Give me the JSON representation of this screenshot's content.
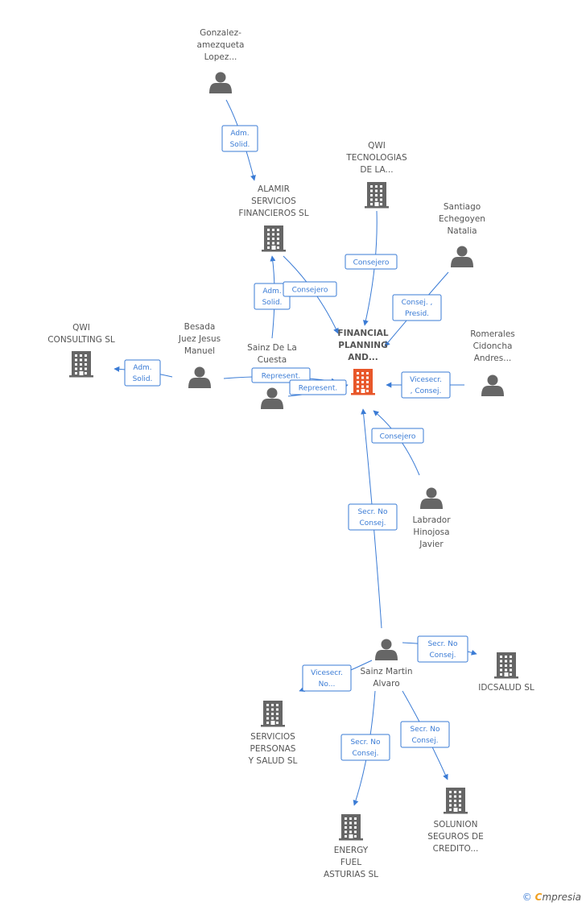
{
  "colors": {
    "edge": "#3a7bd5",
    "icon": "#666666",
    "focus": "#e8572a",
    "label": "#555555"
  },
  "nodes": [
    {
      "id": "gonzalez",
      "kind": "person",
      "lines": [
        "Gonzalez-",
        "amezqueta",
        "Lopez..."
      ]
    },
    {
      "id": "alamir",
      "kind": "company",
      "lines": [
        "ALAMIR",
        "SERVICIOS",
        "FINANCIEROS SL"
      ]
    },
    {
      "id": "qwi_tec",
      "kind": "company",
      "lines": [
        "QWI",
        "TECNOLOGIAS",
        "DE LA..."
      ]
    },
    {
      "id": "santiago",
      "kind": "person",
      "lines": [
        "Santiago",
        "Echegoyen",
        "Natalia"
      ]
    },
    {
      "id": "qwi_cons",
      "kind": "company",
      "lines": [
        "QWI",
        "CONSULTING SL"
      ]
    },
    {
      "id": "besada",
      "kind": "person",
      "lines": [
        "Besada",
        "Juez Jesus",
        "Manuel"
      ]
    },
    {
      "id": "sainz_cuesta",
      "kind": "person",
      "lines": [
        "Sainz De La",
        "Cuesta"
      ]
    },
    {
      "id": "fpa",
      "kind": "focus",
      "lines": [
        "FINANCIAL",
        "PLANNING",
        "AND..."
      ]
    },
    {
      "id": "romerales",
      "kind": "person",
      "lines": [
        "Romerales",
        "Cidoncha",
        "Andres..."
      ]
    },
    {
      "id": "labrador",
      "kind": "person",
      "lines": [
        "Labrador",
        "Hinojosa",
        "Javier"
      ]
    },
    {
      "id": "sainz_martin",
      "kind": "person",
      "lines": [
        "Sainz Martin",
        "Alvaro"
      ]
    },
    {
      "id": "idcsalud",
      "kind": "company",
      "lines": [
        "IDCSALUD  SL"
      ]
    },
    {
      "id": "servicios",
      "kind": "company",
      "lines": [
        "SERVICIOS",
        "PERSONAS",
        "Y SALUD  SL"
      ]
    },
    {
      "id": "energy",
      "kind": "company",
      "lines": [
        "ENERGY",
        "FUEL",
        "ASTURIAS  SL"
      ]
    },
    {
      "id": "solunion",
      "kind": "company",
      "lines": [
        "SOLUNION",
        "SEGUROS DE",
        "CREDITO..."
      ]
    }
  ],
  "relations": [
    {
      "from": "gonzalez",
      "to": "alamir",
      "lines": [
        "Adm.",
        "Solid."
      ]
    },
    {
      "from": "qwi_tec",
      "to": "fpa",
      "lines": [
        "Consejero"
      ]
    },
    {
      "from": "sainz_cuesta",
      "to": "alamir",
      "lines": [
        "Adm.",
        "Solid."
      ]
    },
    {
      "from": "alamir",
      "to": "fpa",
      "lines": [
        "Consejero"
      ]
    },
    {
      "from": "santiago",
      "to": "fpa",
      "lines": [
        "Consej. ,",
        "Presid."
      ]
    },
    {
      "from": "besada",
      "to": "qwi_cons",
      "lines": [
        "Adm.",
        "Solid."
      ]
    },
    {
      "from": "besada",
      "to": "fpa",
      "lines": [
        "Represent."
      ]
    },
    {
      "from": "sainz_cuesta",
      "to": "fpa",
      "lines": [
        "Represent."
      ]
    },
    {
      "from": "romerales",
      "to": "fpa",
      "lines": [
        "Vicesecr.",
        ", Consej."
      ]
    },
    {
      "from": "labrador",
      "to": "fpa",
      "lines": [
        "Consejero"
      ]
    },
    {
      "from": "sainz_martin",
      "to": "fpa",
      "lines": [
        "Secr.  No",
        "Consej."
      ]
    },
    {
      "from": "sainz_martin",
      "to": "idcsalud",
      "lines": [
        "Secr.  No",
        "Consej."
      ]
    },
    {
      "from": "sainz_martin",
      "to": "servicios",
      "lines": [
        "Vicesecr.",
        "No..."
      ]
    },
    {
      "from": "sainz_martin",
      "to": "energy",
      "lines": [
        "Secr.  No",
        "Consej."
      ]
    },
    {
      "from": "sainz_martin",
      "to": "solunion",
      "lines": [
        "Secr.  No",
        "Consej."
      ]
    }
  ],
  "footer": {
    "copyright": "©",
    "brand_initial": "C",
    "brand_rest": "mpresia"
  }
}
